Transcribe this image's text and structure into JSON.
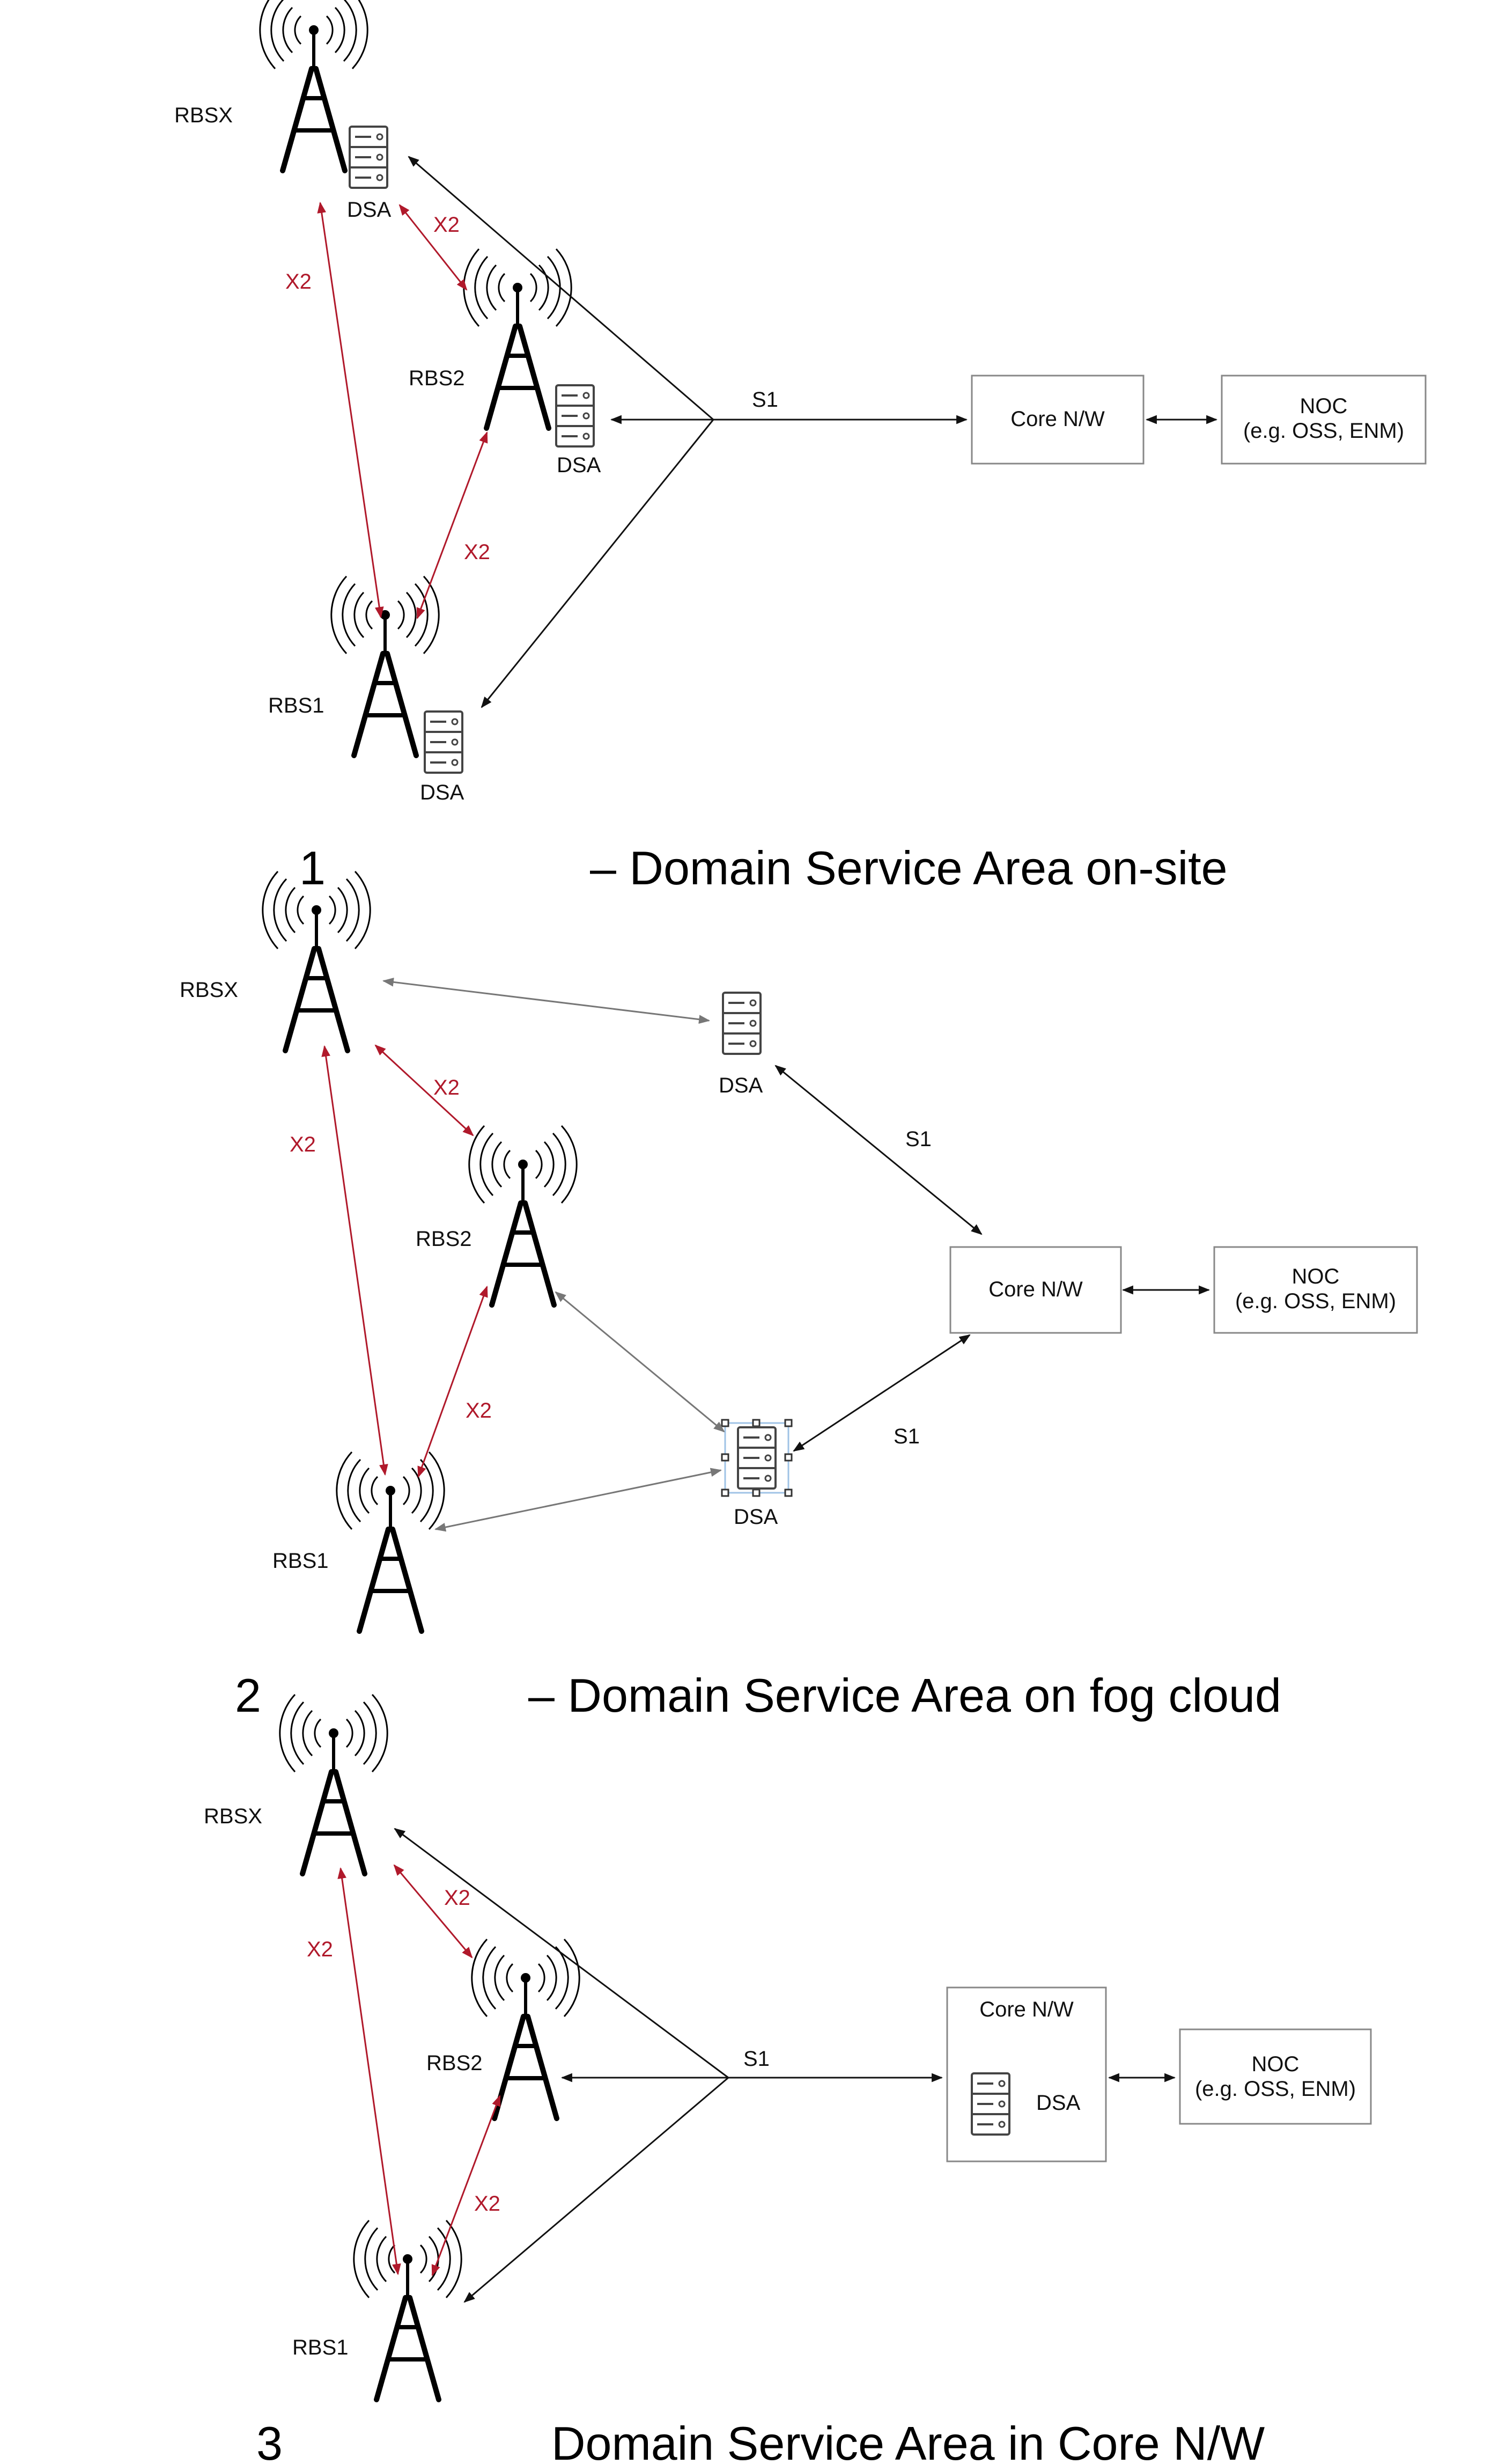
{
  "colors": {
    "x2_link": "#b0192b",
    "s1_link": "#111111",
    "gray_link": "#777777",
    "box_border": "#888888",
    "selection": "#9fc3e6"
  },
  "icons": {
    "tower": "radio-tower-icon",
    "server": "server-rack-icon"
  },
  "common": {
    "rbsx": "RBSX",
    "rbs2": "RBS2",
    "rbs1": "RBS1",
    "dsa": "DSA",
    "x2": "X2",
    "s1": "S1",
    "core": "Core N/W",
    "noc_line1": "NOC",
    "noc_line2": "(e.g. OSS, ENM)"
  },
  "captions": {
    "fig1_num": "1",
    "fig1_text": "– Domain Service Area on-site",
    "fig2_num": "2",
    "fig2_text": "– Domain Service Area on fog cloud",
    "fig3_num": "3",
    "fig3_text": "Domain Service Area in Core N/W"
  }
}
